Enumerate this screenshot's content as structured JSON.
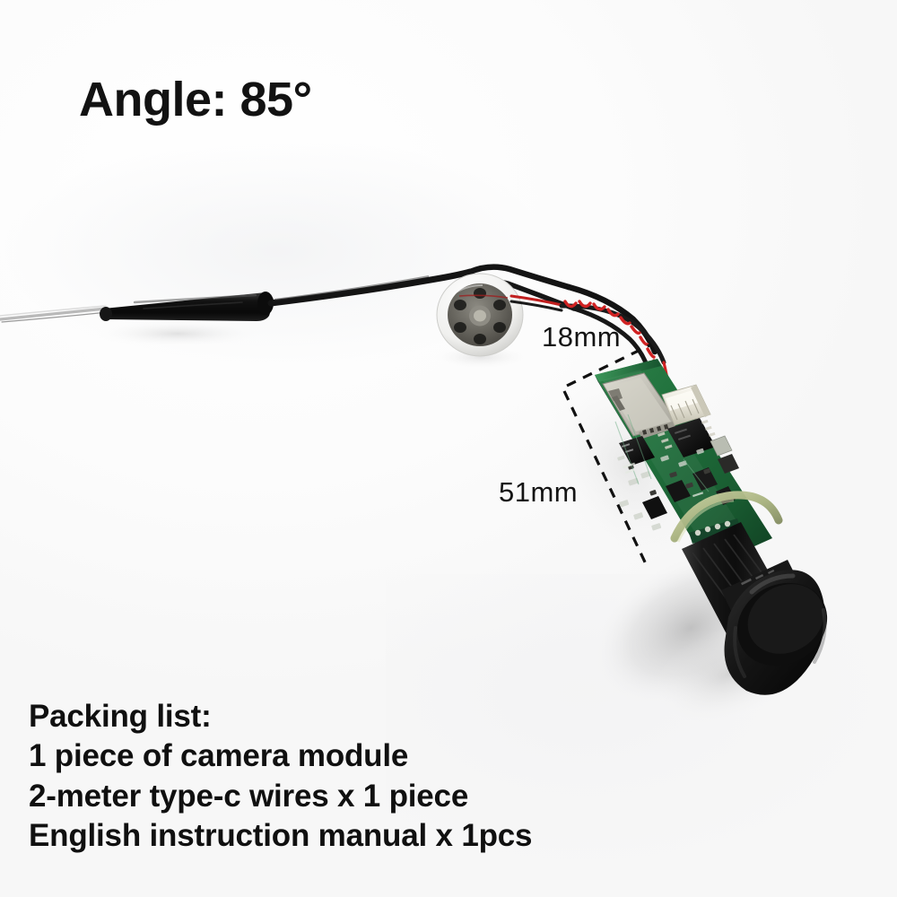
{
  "image": {
    "subject": "mini camera module product photo",
    "background_color": "#fcfcfc"
  },
  "annotations": {
    "angle_label": "Angle: 85°",
    "dimension_width": "18mm",
    "dimension_length": "51mm"
  },
  "packing_list": {
    "heading": "Packing list:",
    "items": [
      "1 piece of camera module",
      "2-meter type-c wires x 1 piece",
      "English instruction manual x 1pcs"
    ]
  },
  "colors": {
    "pcb_green": "#1f6b3a",
    "pcb_green_dark": "#14482a",
    "silkscreen_white": "#e9eee9",
    "lens_black": "#121212",
    "cable_black": "#161616",
    "wire_red": "#cf2020",
    "sd_slot_silver": "#c8c6bd",
    "connector_white": "#ece9df",
    "speaker_ring": "#f2f2f0",
    "speaker_face": "#6e6c66",
    "shadow_gray": "#d8d8d8",
    "text_black": "#121212"
  },
  "parts": {
    "lens": "camera-lens",
    "board": "pcb-board",
    "sd_slot": "microsd-slot",
    "connector": "jst-connector",
    "speaker": "speaker-disc",
    "cable_module": "cable-inline-module",
    "antenna_wire": "antenna-wire",
    "red_black_wires": "power-wire-pair"
  }
}
